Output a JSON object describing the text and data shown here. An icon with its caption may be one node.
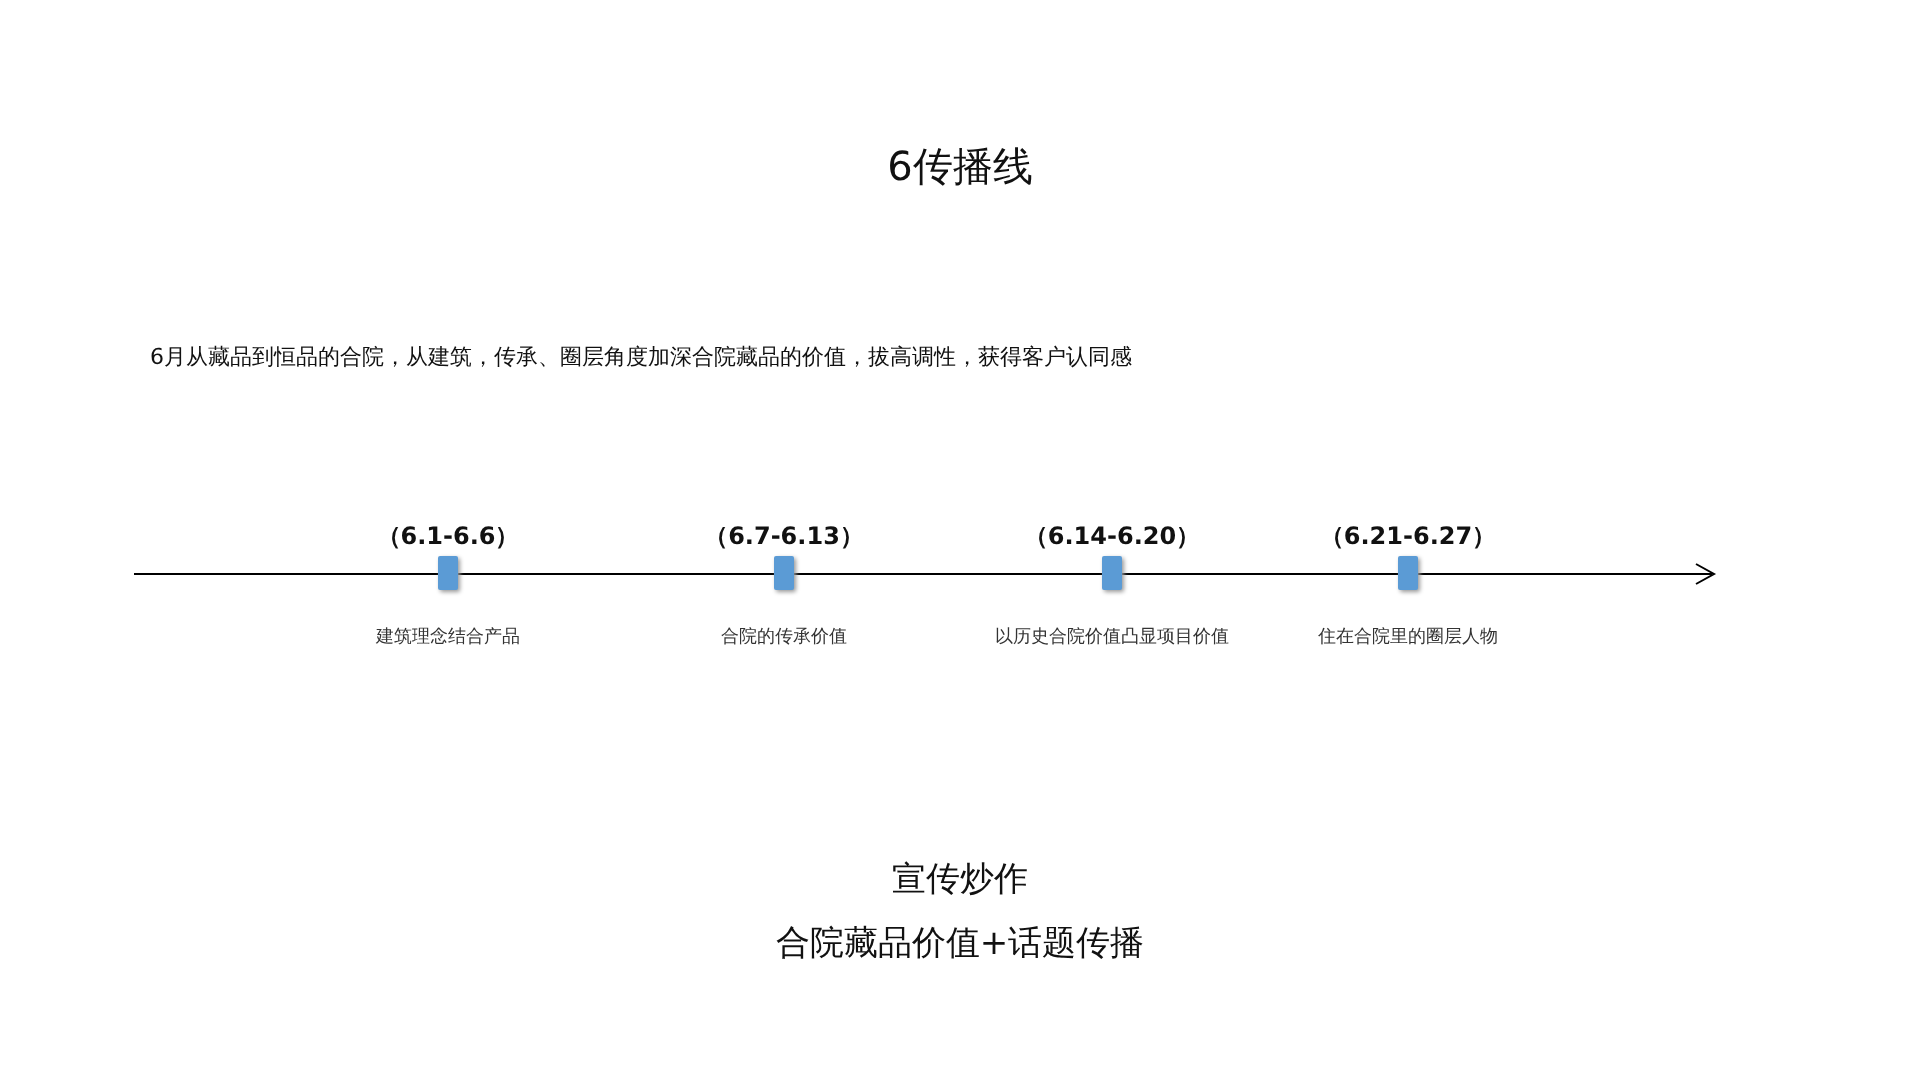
{
  "diagram": {
    "title": "6传播线",
    "nodes": [
      {
        "text": [],
        "shape": "bar",
        "beside": [
          "（6.1-6.6）",
          "建筑理念结合产品"
        ]
      },
      {
        "text": [],
        "shape": "bar",
        "beside": [
          "（6.7-6.13）",
          "合院的传承价值"
        ]
      },
      {
        "text": [],
        "shape": "bar",
        "beside": [
          "（6.14-6.20）",
          "以历史合院价值凸显项目价值"
        ]
      },
      {
        "text": [],
        "shape": "bar",
        "beside": [
          "（6.21-6.27）",
          "住在合院里的圈层人物"
        ]
      }
    ],
    "labels": [
      "6月从藏品到恒品的合院，从建筑，传承、圈层角度加深合院藏品的价值，拔高调性，获得客户认同感",
      "宣传炒作",
      "合院藏品价值+话题传播"
    ]
  }
}
